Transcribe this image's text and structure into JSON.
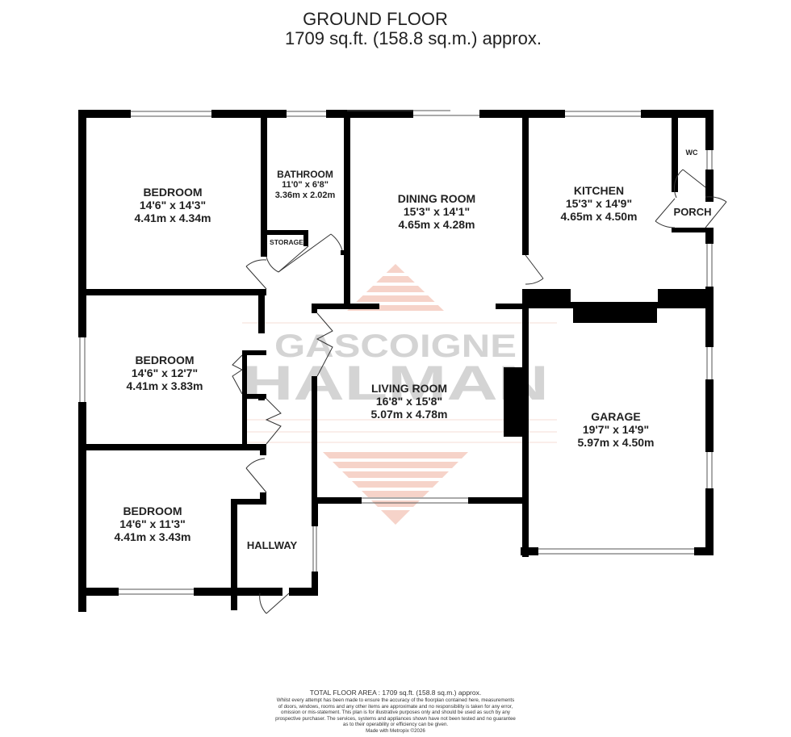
{
  "header": {
    "title": "GROUND FLOOR",
    "area": "1709 sq.ft. (158.8 sq.m.) approx."
  },
  "watermark": {
    "line1": "GASCOIGNE",
    "line2": "HALMAN",
    "colors": {
      "text": "#cfcfcf",
      "stripes": "#f4c9bd"
    }
  },
  "rooms": [
    {
      "id": "bedroom-1",
      "name": "BEDROOM",
      "imperial": "14'6\"  x 14'3\"",
      "metric": "4.41m  x 4.34m"
    },
    {
      "id": "bathroom",
      "name": "BATHROOM",
      "imperial": "11'0\"  x 6'8\"",
      "metric": "3.36m  x 2.02m"
    },
    {
      "id": "dining-room",
      "name": "DINING ROOM",
      "imperial": "15'3\"  x 14'1\"",
      "metric": "4.65m  x 4.28m"
    },
    {
      "id": "kitchen",
      "name": "KITCHEN",
      "imperial": "15'3\"  x 14'9\"",
      "metric": "4.65m  x 4.50m"
    },
    {
      "id": "bedroom-2",
      "name": "BEDROOM",
      "imperial": "14'6\"  x 12'7\"",
      "metric": "4.41m  x 3.83m"
    },
    {
      "id": "living-room",
      "name": "LIVING ROOM",
      "imperial": "16'8\"  x 15'8\"",
      "metric": "5.07m  x 4.78m"
    },
    {
      "id": "garage",
      "name": "GARAGE",
      "imperial": "19'7\"  x 14'9\"",
      "metric": "5.97m  x 4.50m"
    },
    {
      "id": "bedroom-3",
      "name": "BEDROOM",
      "imperial": "14'6\"  x 11'3\"",
      "metric": "4.41m  x 3.43m"
    }
  ],
  "minor_labels": {
    "storage": "STORAGE",
    "wc": "WC",
    "porch": "PORCH",
    "hallway": "HALLWAY"
  },
  "footer": {
    "total": "TOTAL FLOOR AREA : 1709 sq.ft. (158.8 sq.m.) approx.",
    "disclaimer": [
      "Whilst every attempt has been made to ensure the accuracy of the floorplan contained here, measurements",
      "of doors, windows, rooms and any other items are approximate and no responsibility is taken for any error,",
      "omission or mis-statement. This plan is for illustrative purposes only and should be used as such by any",
      "prospective purchaser. The services, systems and appliances shown have not been tested and no guarantee",
      "as to their operability or efficiency can be given."
    ],
    "credit": "Made with Metropix ©2026"
  }
}
